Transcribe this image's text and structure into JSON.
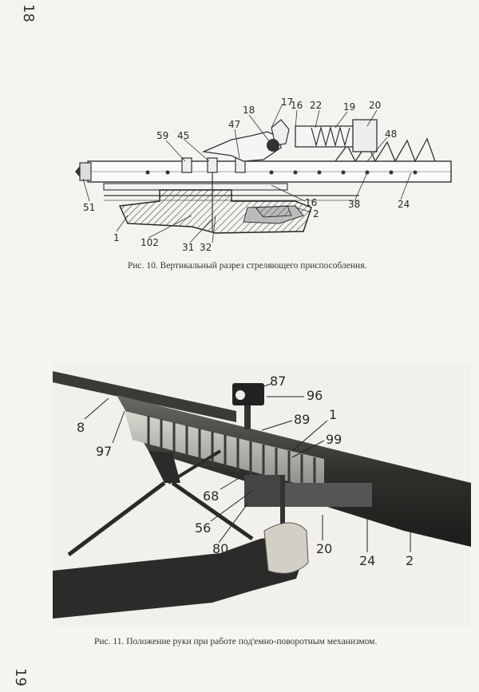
{
  "page_numbers": {
    "top": "18",
    "bottom": "19"
  },
  "figure10": {
    "caption": "Рис. 10. Вертикальный разрез стреляющего приспособления.",
    "labels": [
      "17",
      "18",
      "16",
      "22",
      "19",
      "20",
      "47",
      "59",
      "45",
      "48",
      "51",
      "16",
      "2",
      "38",
      "24",
      "1",
      "102",
      "31",
      "32"
    ]
  },
  "figure11": {
    "caption": "Рис. 11. Положение руки при работе под'емно-поворотным механизмом.",
    "labels": [
      "87",
      "96",
      "89",
      "1",
      "99",
      "8",
      "97",
      "68",
      "56",
      "80",
      "20",
      "24",
      "2"
    ]
  }
}
